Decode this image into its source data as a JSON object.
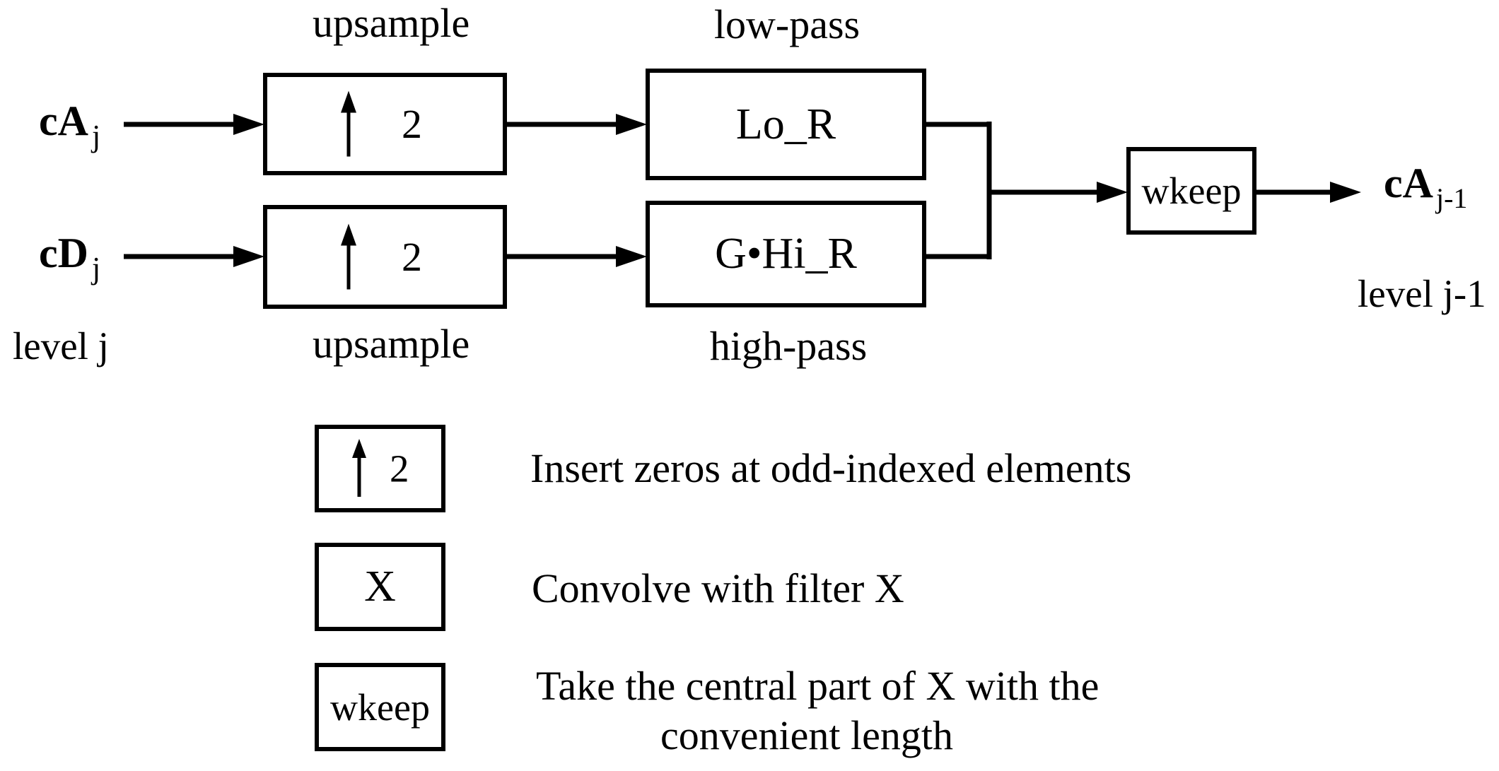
{
  "colors": {
    "ink": "#000000",
    "background": "#ffffff"
  },
  "flow": {
    "upsample_label_top": "upsample",
    "lowpass_label": "low-pass",
    "upsample_label_bottom": "upsample",
    "highpass_label": "high-pass",
    "input_level_label": "level j",
    "output_level_label": "level j-1",
    "input_approx": {
      "base": "cA",
      "sub": "j"
    },
    "input_detail": {
      "base": "cD",
      "sub": "j"
    },
    "output_approx": {
      "base": "cA",
      "sub": "j-1"
    },
    "upsample_factor": "2",
    "lowpass_filter": "Lo_R",
    "highpass_filter": "G•Hi_R",
    "wkeep_label": "wkeep"
  },
  "legend": [
    {
      "box": "up2",
      "factor": "2",
      "text": "Insert zeros at odd-indexed elements"
    },
    {
      "box": "X",
      "text": "Convolve with filter X"
    },
    {
      "box": "wkeep",
      "text_line1": "Take the central part of X with the",
      "text_line2": "convenient length"
    }
  ]
}
